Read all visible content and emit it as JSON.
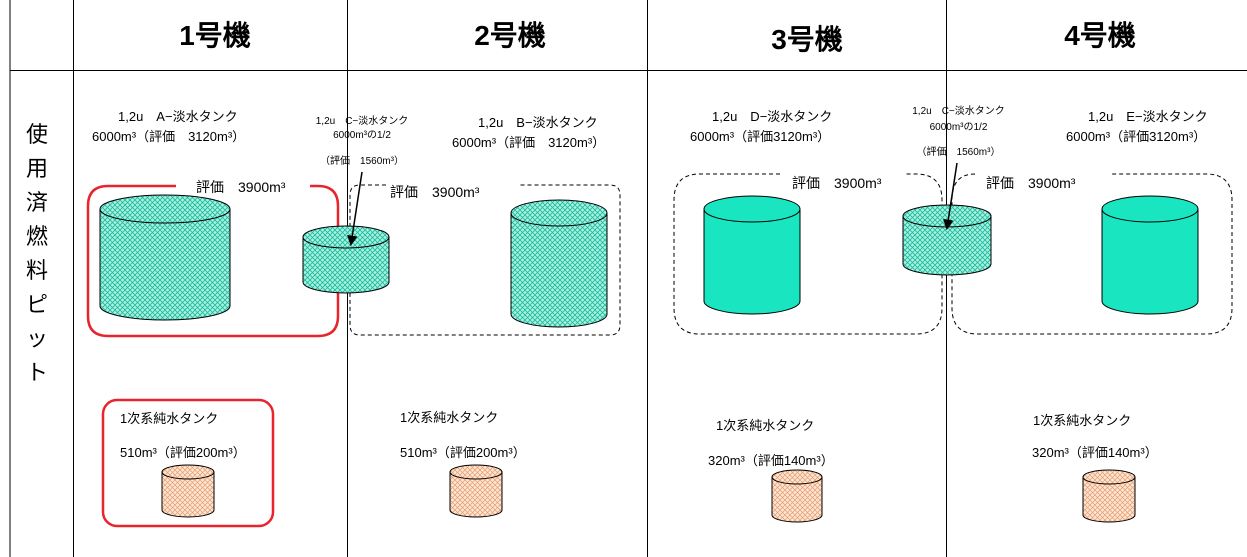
{
  "header": {
    "unit1": "1号機",
    "unit2": "2号機",
    "unit3": "3号機",
    "unit4": "4号機"
  },
  "side_label": [
    "使",
    "用",
    "済",
    "燃",
    "料",
    "ピ",
    "ッ",
    "ト"
  ],
  "tanks": {
    "a": {
      "name": "1,2u　A−淡水タンク",
      "capacity": "6000m³（評価　3120m³）"
    },
    "b": {
      "name": "1,2u　B−淡水タンク",
      "capacity": "6000m³（評価　3120m³）"
    },
    "c": {
      "name": "1,2u　C−淡水タンク",
      "capacity": "6000m³の1/2",
      "eval": "（評価　1560m³）"
    },
    "d": {
      "name": "1,2u　D−淡水タンク",
      "capacity": "6000m³（評価3120m³）"
    },
    "c2": {
      "name": "1,2u　C−淡水タンク",
      "capacity": "6000m³の1/2",
      "eval": "（評価　1560m³）"
    },
    "e": {
      "name": "1,2u　E−淡水タンク",
      "capacity": "6000m³（評価3120m³）"
    }
  },
  "eval_groups": {
    "g1": "評価　3900m³",
    "g2": "評価　3900m³",
    "g3": "評価　3900m³",
    "g4": "評価　3900m³"
  },
  "primary_tanks": {
    "u1": {
      "name": "1次系純水タンク",
      "capacity": "510m³（評価200m³）"
    },
    "u2": {
      "name": "1次系純水タンク",
      "capacity": "510m³（評価200m³）"
    },
    "u3": {
      "name": "1次系純水タンク",
      "capacity": "320m³（評価140m³）"
    },
    "u4": {
      "name": "1次系純水タンク",
      "capacity": "320m³（評価140m³）"
    }
  },
  "colors": {
    "teal_solid": "#19e6c0",
    "teal_hatch": "#3cd6b9",
    "beige_hatch": "#e8a880",
    "highlight_red": "#e8242c",
    "grid_line": "#000000"
  }
}
